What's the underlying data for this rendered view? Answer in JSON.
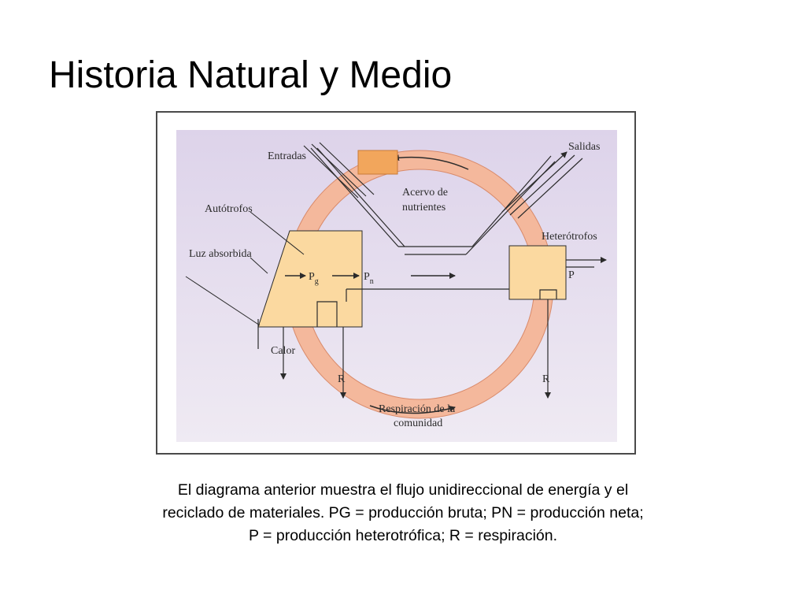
{
  "slide": {
    "title": "Historia Natural y Medio"
  },
  "diagram": {
    "labels": {
      "entradas": "Entradas",
      "salidas": "Salidas",
      "acervo_line1": "Acervo de",
      "acervo_line2": "nutrientes",
      "autotrofos": "Autótrofos",
      "heterotrofos": "Heterótrofos",
      "luz_absorbida": "Luz absorbida",
      "pg": "P",
      "pg_sub": "g",
      "pn": "P",
      "pn_sub": "n",
      "p": "P",
      "calor": "Calor",
      "r_left": "R",
      "r_right": "R",
      "respiracion_line1": "Respiración de la",
      "respiracion_line2": "comunidad"
    },
    "colors": {
      "background": "#e3dcec",
      "ring": "#f4b89c",
      "box": "#fbd9a0",
      "nutrient_box": "#f2a65c",
      "line": "#2b2b2b"
    }
  },
  "caption": {
    "line1": "El diagrama anterior muestra el flujo unidireccional de energía y el",
    "line2": "reciclado de materiales. PG = producción bruta; PN = producción neta;",
    "line3": "P = producción heterotrófica; R = respiración."
  }
}
